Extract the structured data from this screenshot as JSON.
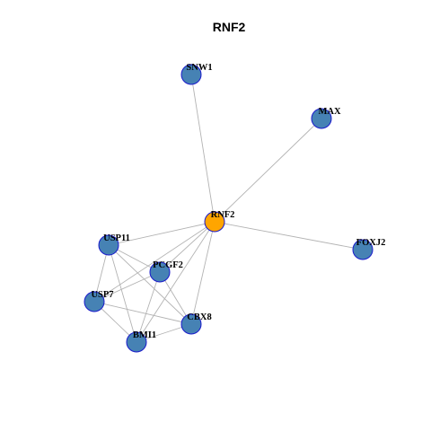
{
  "title": "RNF2",
  "colors": {
    "center_node": "#FFA500",
    "neighbor_node": "#4682B4",
    "node_border": "#1a1acc",
    "edge": "#b3b3b3"
  },
  "nodes": [
    {
      "id": "SNW1",
      "label": "SNW1",
      "center": false
    },
    {
      "id": "MAX",
      "label": "MAX",
      "center": false
    },
    {
      "id": "RNF2",
      "label": "RNF2",
      "center": true
    },
    {
      "id": "FOXJ2",
      "label": "FOXJ2",
      "center": false
    },
    {
      "id": "USP11",
      "label": "USP11",
      "center": false
    },
    {
      "id": "PCGF2",
      "label": "PCGF2",
      "center": false
    },
    {
      "id": "USP7",
      "label": "USP7",
      "center": false
    },
    {
      "id": "CBX8",
      "label": "CBX8",
      "center": false
    },
    {
      "id": "BMI1",
      "label": "BMI1",
      "center": false
    }
  ],
  "edges": [
    [
      "RNF2",
      "SNW1"
    ],
    [
      "RNF2",
      "MAX"
    ],
    [
      "RNF2",
      "FOXJ2"
    ],
    [
      "RNF2",
      "USP11"
    ],
    [
      "RNF2",
      "PCGF2"
    ],
    [
      "RNF2",
      "USP7"
    ],
    [
      "RNF2",
      "CBX8"
    ],
    [
      "RNF2",
      "BMI1"
    ],
    [
      "USP11",
      "PCGF2"
    ],
    [
      "USP11",
      "USP7"
    ],
    [
      "USP11",
      "CBX8"
    ],
    [
      "USP11",
      "BMI1"
    ],
    [
      "PCGF2",
      "USP7"
    ],
    [
      "PCGF2",
      "CBX8"
    ],
    [
      "PCGF2",
      "BMI1"
    ],
    [
      "USP7",
      "CBX8"
    ],
    [
      "USP7",
      "BMI1"
    ],
    [
      "CBX8",
      "BMI1"
    ]
  ]
}
